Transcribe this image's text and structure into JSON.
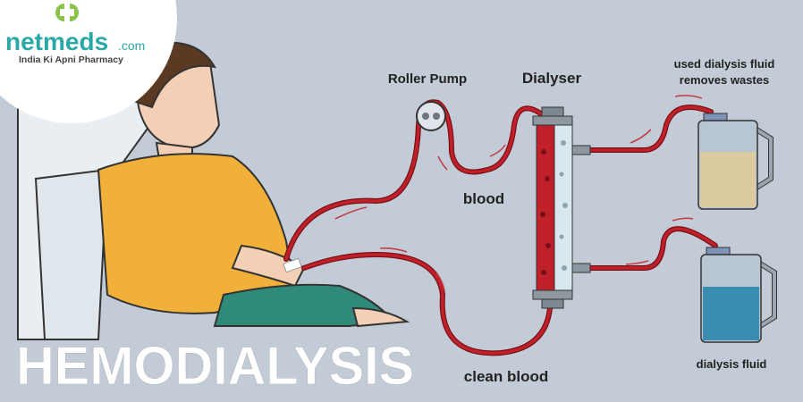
{
  "logo": {
    "brand": "netmeds",
    "suffix": ".com",
    "tagline": "India Ki Apni Pharmacy",
    "brand_color": "#2aa8a8",
    "cross_color": "#8bc34a"
  },
  "title": "HEMODIALYSIS",
  "labels": {
    "roller_pump": "Roller Pump",
    "dialyser": "Dialyser",
    "used_fluid_line1": "used dialysis fluid",
    "used_fluid_line2": "removes wastes",
    "blood": "blood",
    "clean_blood": "clean blood",
    "dialysis_fluid": "dialysis fluid"
  },
  "colors": {
    "background": "#c3ccd6",
    "tube": "#c0202a",
    "used_fluid": "#dccba0",
    "fresh_fluid": "#3a8db0",
    "shirt": "#f0b03a",
    "pants": "#2f8a7a"
  }
}
